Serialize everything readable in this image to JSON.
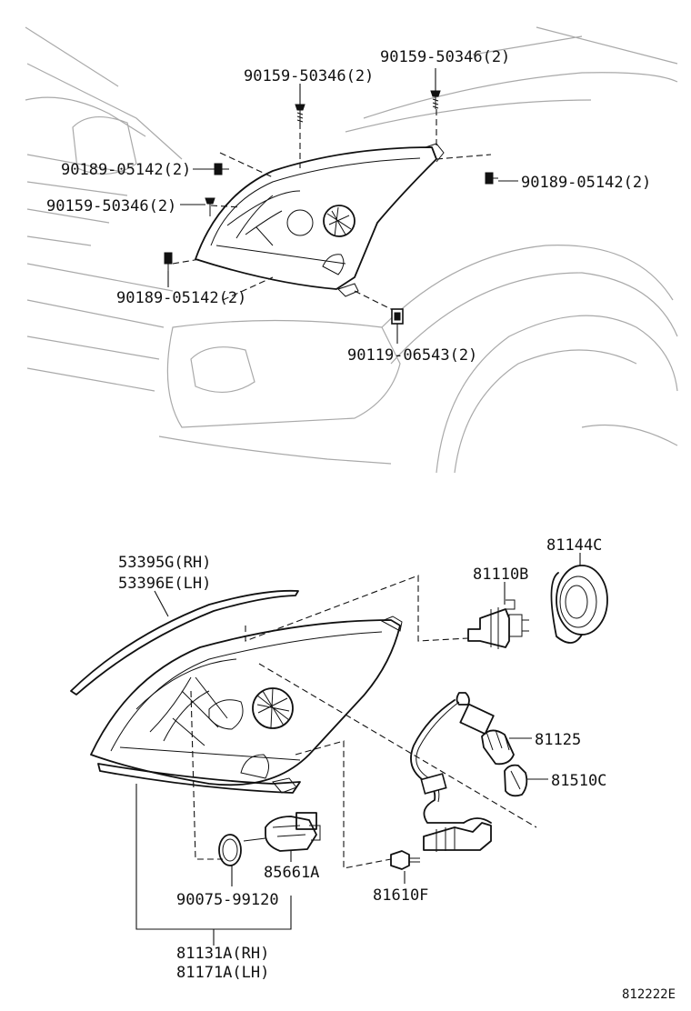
{
  "top_labels": {
    "screw_top_right": "90159-50346(2)",
    "screw_top_mid": "90159-50346(2)",
    "bolt_left_upper": "90189-05142(2)",
    "screw_left": "90159-50346(2)",
    "bolt_left_lower": "90189-05142(2)",
    "bolt_right": "90189-05142(2)",
    "nut_bottom": "90119-06543(2)"
  },
  "bottom_labels": {
    "trim_rh": "53395G(RH)",
    "trim_lh": "53396E(LH)",
    "bulb_h4": "81110B",
    "cap": "81144C",
    "socket": "81125",
    "bulb_amber": "81510C",
    "leveling_motor": "85661A",
    "o_ring": "90075-99120",
    "bulb_wedge": "81610F",
    "assy_rh": "81131A(RH)",
    "assy_lh": "81171A(LH)"
  },
  "diagram_id": "812222E",
  "icons": [
    "screw-icon",
    "bolt-icon",
    "clip-nut-icon",
    "bulb-icon",
    "socket-icon",
    "o-ring-icon",
    "motor-icon"
  ],
  "colors": {
    "line": "#111111",
    "background_line": "#a9a9a9",
    "paper": "#ffffff"
  }
}
